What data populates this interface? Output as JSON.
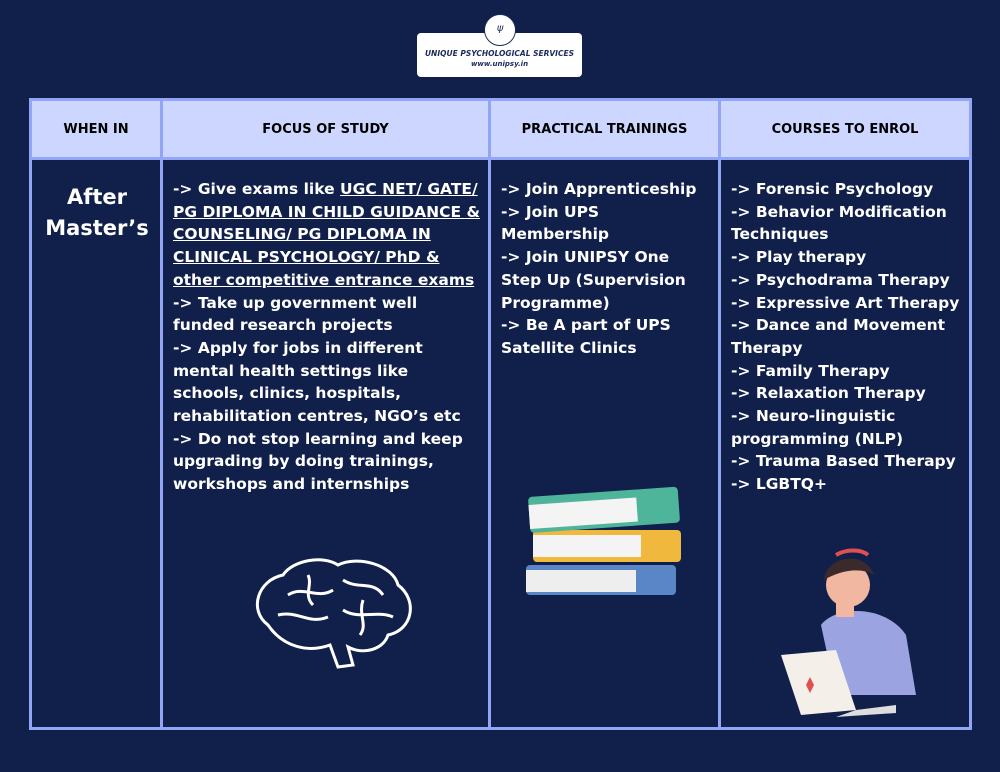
{
  "logo": {
    "name": "UNIQUE PSYCHOLOGICAL SERVICES",
    "url": "www.unipsy.in"
  },
  "headers": [
    "WHEN IN",
    "FOCUS OF STUDY",
    "PRACTICAL TRAININGS",
    "COURSES TO ENROL"
  ],
  "when": "After Master’s",
  "focus": {
    "first_prefix": "-> Give exams like ",
    "first_underlined": "UGC NET/ GATE/ PG DIPLOMA IN CHILD GUIDANCE & COUNSELING/ PG DIPLOMA IN CLINICAL PSYCHOLOGY/ PhD & other competitive entrance exams",
    "items": [
      "-> Take up government well funded research projects",
      "-> Apply for jobs in different mental health settings like schools, clinics, hospitals, rehabilitation centres, NGO’s etc",
      "-> Do not stop learning and keep upgrading by doing trainings, workshops and internships"
    ]
  },
  "trainings": [
    "-> Join Apprenticeship",
    "-> Join UPS Membership",
    "-> Join UNIPSY One Step Up (Supervision Programme)",
    "-> Be A part of UPS Satellite Clinics"
  ],
  "courses": [
    "-> Forensic Psychology",
    "-> Behavior Modification Techniques",
    "-> Play therapy",
    "-> Psychodrama Therapy",
    "-> Expressive Art Therapy",
    "-> Dance and Movement Therapy",
    "-> Family Therapy",
    "-> Relaxation Therapy",
    "-> Neuro-linguistic programming (NLP)",
    "-> Trauma Based Therapy",
    "-> LGBTQ+"
  ]
}
